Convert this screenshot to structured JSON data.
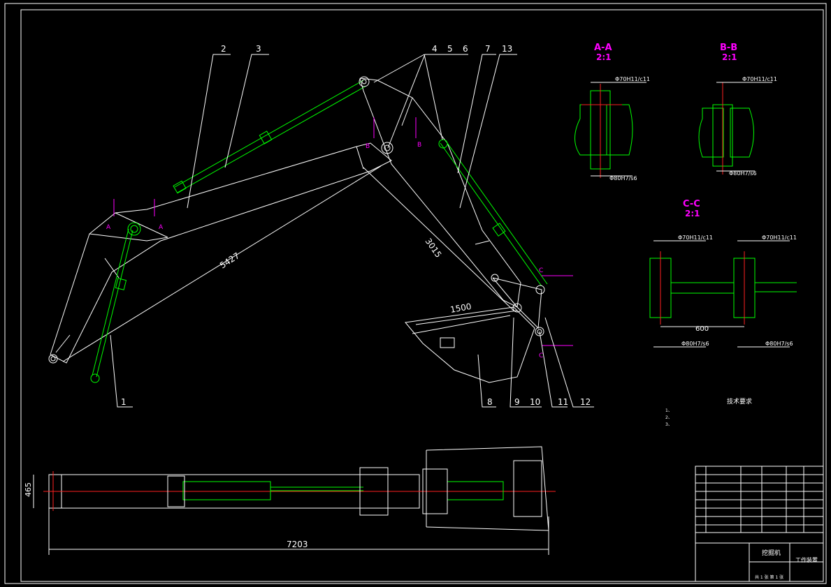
{
  "part_numbers": [
    "1",
    "2",
    "3",
    "4",
    "5",
    "6",
    "7",
    "8",
    "9",
    "10",
    "11",
    "12",
    "13"
  ],
  "dimensions": {
    "boom_length": "5427",
    "arm_length": "3015",
    "bucket_length": "1500",
    "overall_length": "7203",
    "height": "465",
    "pin_spacing": "600"
  },
  "section_labels": {
    "aa_title": "A-A",
    "aa_scale": "2:1",
    "bb_title": "B-B",
    "bb_scale": "2:1",
    "cc_title": "C-C",
    "cc_scale": "2:1",
    "a_mark": "A",
    "b_mark": "B",
    "c_mark": "C"
  },
  "fits": {
    "shaft_fit": "Φ70H11/c11",
    "bore_fit": "Φ80H7/s6"
  },
  "notes": {
    "title": "技术要求",
    "lines": [
      "1、",
      "2、",
      "3、"
    ]
  },
  "title_block": {
    "drawing_title": "挖掘机",
    "part_title": "工作装置",
    "sheet": "共 1 张 第 1 张"
  }
}
